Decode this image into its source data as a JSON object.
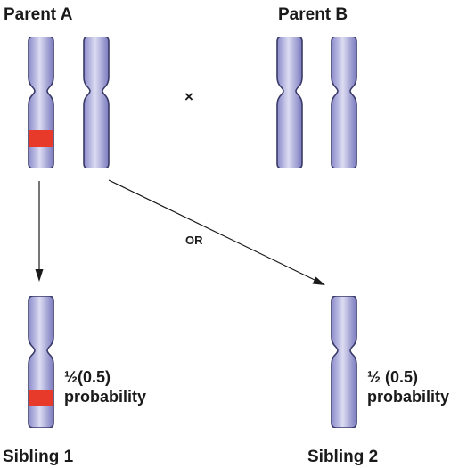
{
  "labels": {
    "parent_a": "Parent A",
    "parent_b": "Parent B",
    "cross": "×",
    "or": "OR",
    "sibling_1": "Sibling 1",
    "sibling_2": "Sibling 2"
  },
  "sibling_1_probability": {
    "fraction": "½",
    "value": "(0.5)",
    "word": "probability"
  },
  "sibling_2_probability": {
    "fraction": "½",
    "value": " (0.5)",
    "word": "probability"
  },
  "colors": {
    "chromosome_light": "#d8d8f0",
    "chromosome_mid": "#a8a8dc",
    "chromosome_dark": "#7e7ec4",
    "chromosome_outline": "#3a3a68",
    "marker_band": "#e83a2a"
  }
}
